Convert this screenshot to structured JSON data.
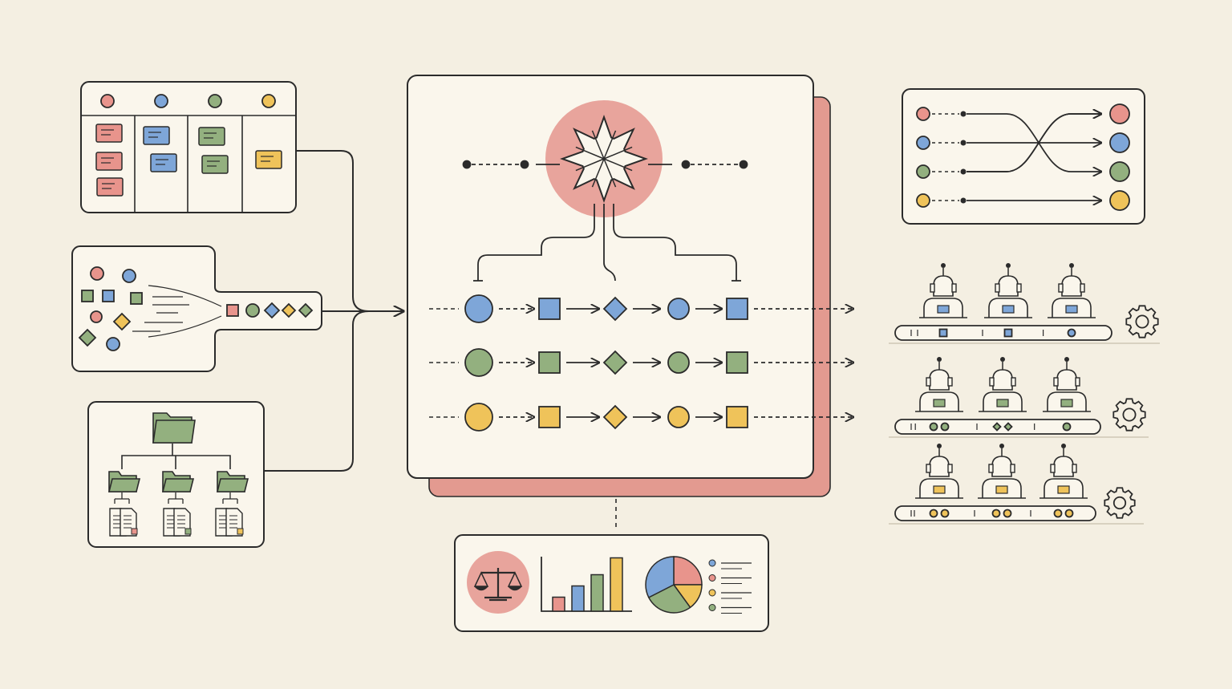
{
  "diagram": {
    "colors": {
      "background": "#f4efe2",
      "panel": "#faf6ec",
      "stroke": "#2b2b2b",
      "red": "#e8948c",
      "red_fill": "#e8a49c",
      "blue": "#7ea6d8",
      "green": "#93b07f",
      "yellow": "#efc35a",
      "red_shadow": "#e39a90"
    },
    "kanban": {
      "columns": [
        {
          "color": "red",
          "cards": 3
        },
        {
          "color": "blue",
          "cards": 2
        },
        {
          "color": "green",
          "cards": 2
        },
        {
          "color": "yellow",
          "cards": 1
        }
      ]
    },
    "funnel": {
      "output_shapes": [
        "square-red",
        "circle-green",
        "diamond-blue",
        "diamond-yellow",
        "diamond-green"
      ]
    },
    "orchestrator": {
      "icon": "star-burst-icon",
      "lanes": [
        {
          "color": "blue",
          "shapes": [
            "circle",
            "square",
            "diamond",
            "circle",
            "square"
          ]
        },
        {
          "color": "green",
          "shapes": [
            "circle",
            "square",
            "diamond",
            "circle",
            "square"
          ]
        },
        {
          "color": "yellow",
          "shapes": [
            "circle",
            "square",
            "diamond",
            "circle",
            "square"
          ]
        }
      ]
    },
    "router": {
      "inputs": [
        "red",
        "blue",
        "green",
        "yellow"
      ],
      "outputs": [
        "red",
        "blue",
        "green",
        "yellow"
      ]
    },
    "assembly_lines": [
      {
        "color": "blue",
        "robots": 3
      },
      {
        "color": "green",
        "robots": 3
      },
      {
        "color": "yellow",
        "robots": 3
      }
    ],
    "evaluation": {
      "icons": [
        "scales-icon",
        "bar-chart-icon",
        "pie-chart-icon",
        "legend-list-icon"
      ],
      "bars": [
        0.25,
        0.45,
        0.65,
        0.95
      ]
    }
  }
}
